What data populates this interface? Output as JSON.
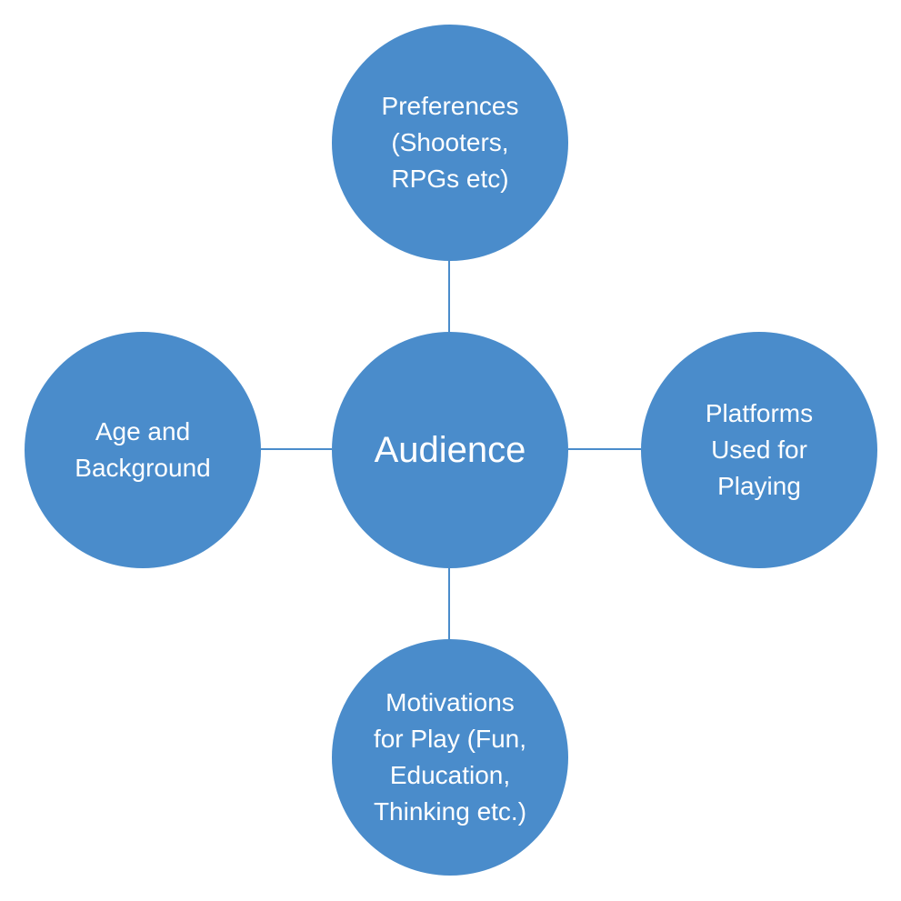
{
  "colors": {
    "node_fill": "#4a8ccb",
    "connector": "#4a8ccb",
    "text": "#ffffff",
    "background": "#ffffff"
  },
  "diagram": {
    "center": {
      "label": "Audience"
    },
    "top": {
      "label": "Preferences\n(Shooters,\nRPGs etc)"
    },
    "right": {
      "label": "Platforms\nUsed for\nPlaying"
    },
    "bottom": {
      "label": "Motivations\nfor Play (Fun,\nEducation,\nThinking etc.)"
    },
    "left": {
      "label": "Age and\nBackground"
    }
  }
}
